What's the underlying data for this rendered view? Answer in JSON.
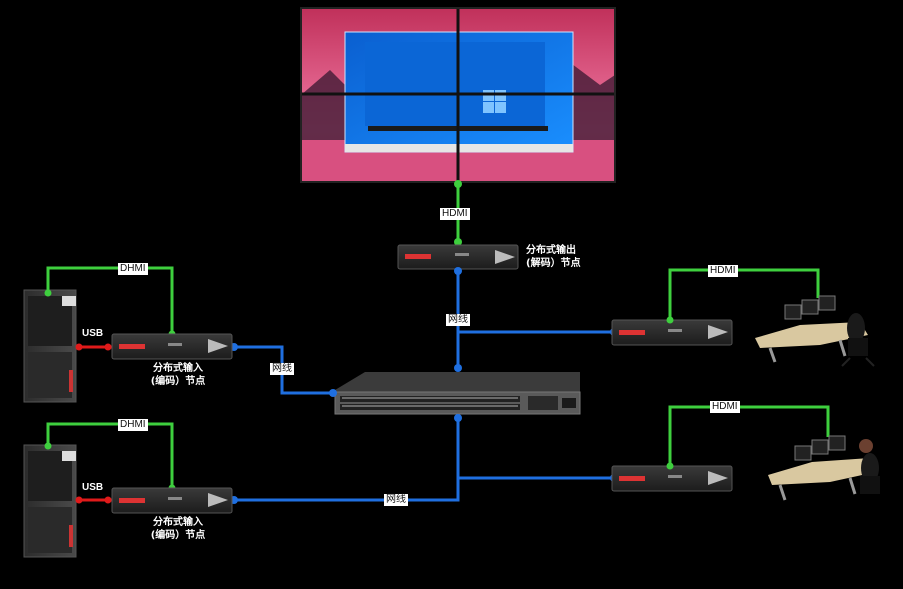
{
  "labels": {
    "hdmi_top": "HDMI",
    "dhmi_1": "DHMI",
    "dhmi_2": "DHMI",
    "hdmi_right_1": "HDMI",
    "hdmi_right_2": "HDMI",
    "usb_1": "USB",
    "usb_2": "USB",
    "net_top": "网线",
    "net_left": "网线",
    "net_bottom": "网线"
  },
  "nodes": {
    "decoder_line1": "分布式输出",
    "decoder_line2": "(解码）节点",
    "encoder1_line1": "分布式输入",
    "encoder1_line2": "(编码）节点",
    "encoder2_line1": "分布式输入",
    "encoder2_line2": "(编码）节点"
  },
  "colors": {
    "background": "#000000",
    "hdmi_line": "#3ecf3e",
    "network_line": "#1f6fe0",
    "usb_line": "#e01a1a",
    "device_body": "#2a2a2a"
  }
}
